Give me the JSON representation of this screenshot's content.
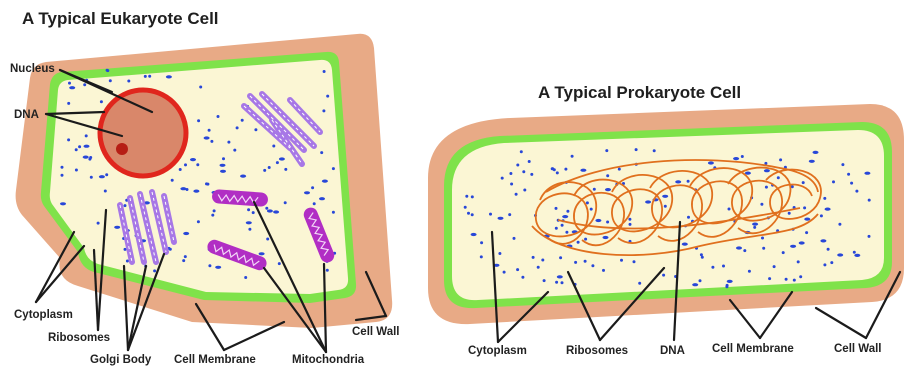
{
  "eukaryote": {
    "title": "A Typical Eukaryote Cell",
    "labels": {
      "nucleus": "Nucleus",
      "dna": "DNA",
      "cytoplasm": "Cytoplasm",
      "ribosomes": "Ribosomes",
      "golgi_body": "Golgi Body",
      "cell_membrane": "Cell Membrane",
      "mitochondria": "Mitochondria",
      "cell_wall": "Cell Wall"
    }
  },
  "prokaryote": {
    "title": "A Typical Prokaryote Cell",
    "labels": {
      "cytoplasm": "Cytoplasm",
      "ribosomes": "Ribosomes",
      "dna": "DNA",
      "cell_membrane": "Cell Membrane",
      "cell_wall": "Cell Wall"
    }
  },
  "colors": {
    "cell_wall": "#e8aa86",
    "membrane": "#7fe24a",
    "cytoplasm": "#fbf6d4",
    "ribosome": "#2847d8",
    "nucleus_fill": "#d9876a",
    "nucleus_border": "#e0261d",
    "golgi": "#a777e6",
    "mitochondria": "#b12ec4",
    "dna_prokaryote": "#e0701e"
  }
}
